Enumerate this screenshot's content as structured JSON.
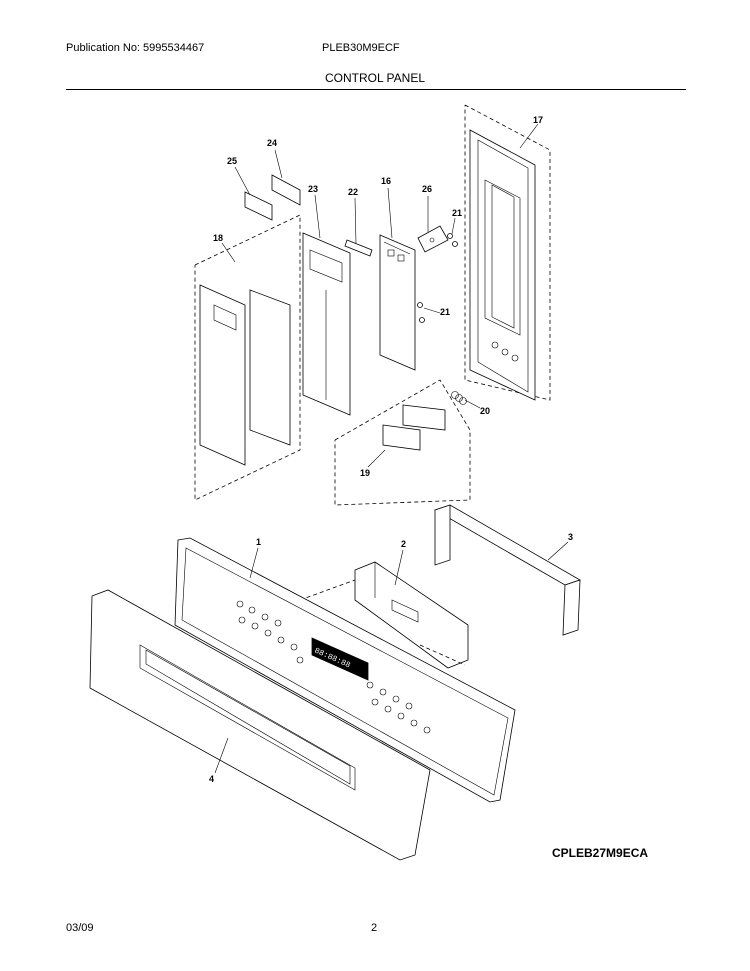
{
  "header": {
    "publication": "Publication No: 5995534467",
    "model": "PLEB30M9ECF",
    "section_title": "CONTROL PANEL"
  },
  "diagram": {
    "part_labels": [
      "1",
      "2",
      "3",
      "4",
      "16",
      "17",
      "18",
      "19",
      "20",
      "21",
      "21",
      "22",
      "23",
      "24",
      "25",
      "26"
    ],
    "display_text": "88:88:88"
  },
  "footer": {
    "diagram_code": "CPLEB27M9ECA",
    "date": "03/09",
    "page_number": "2"
  }
}
